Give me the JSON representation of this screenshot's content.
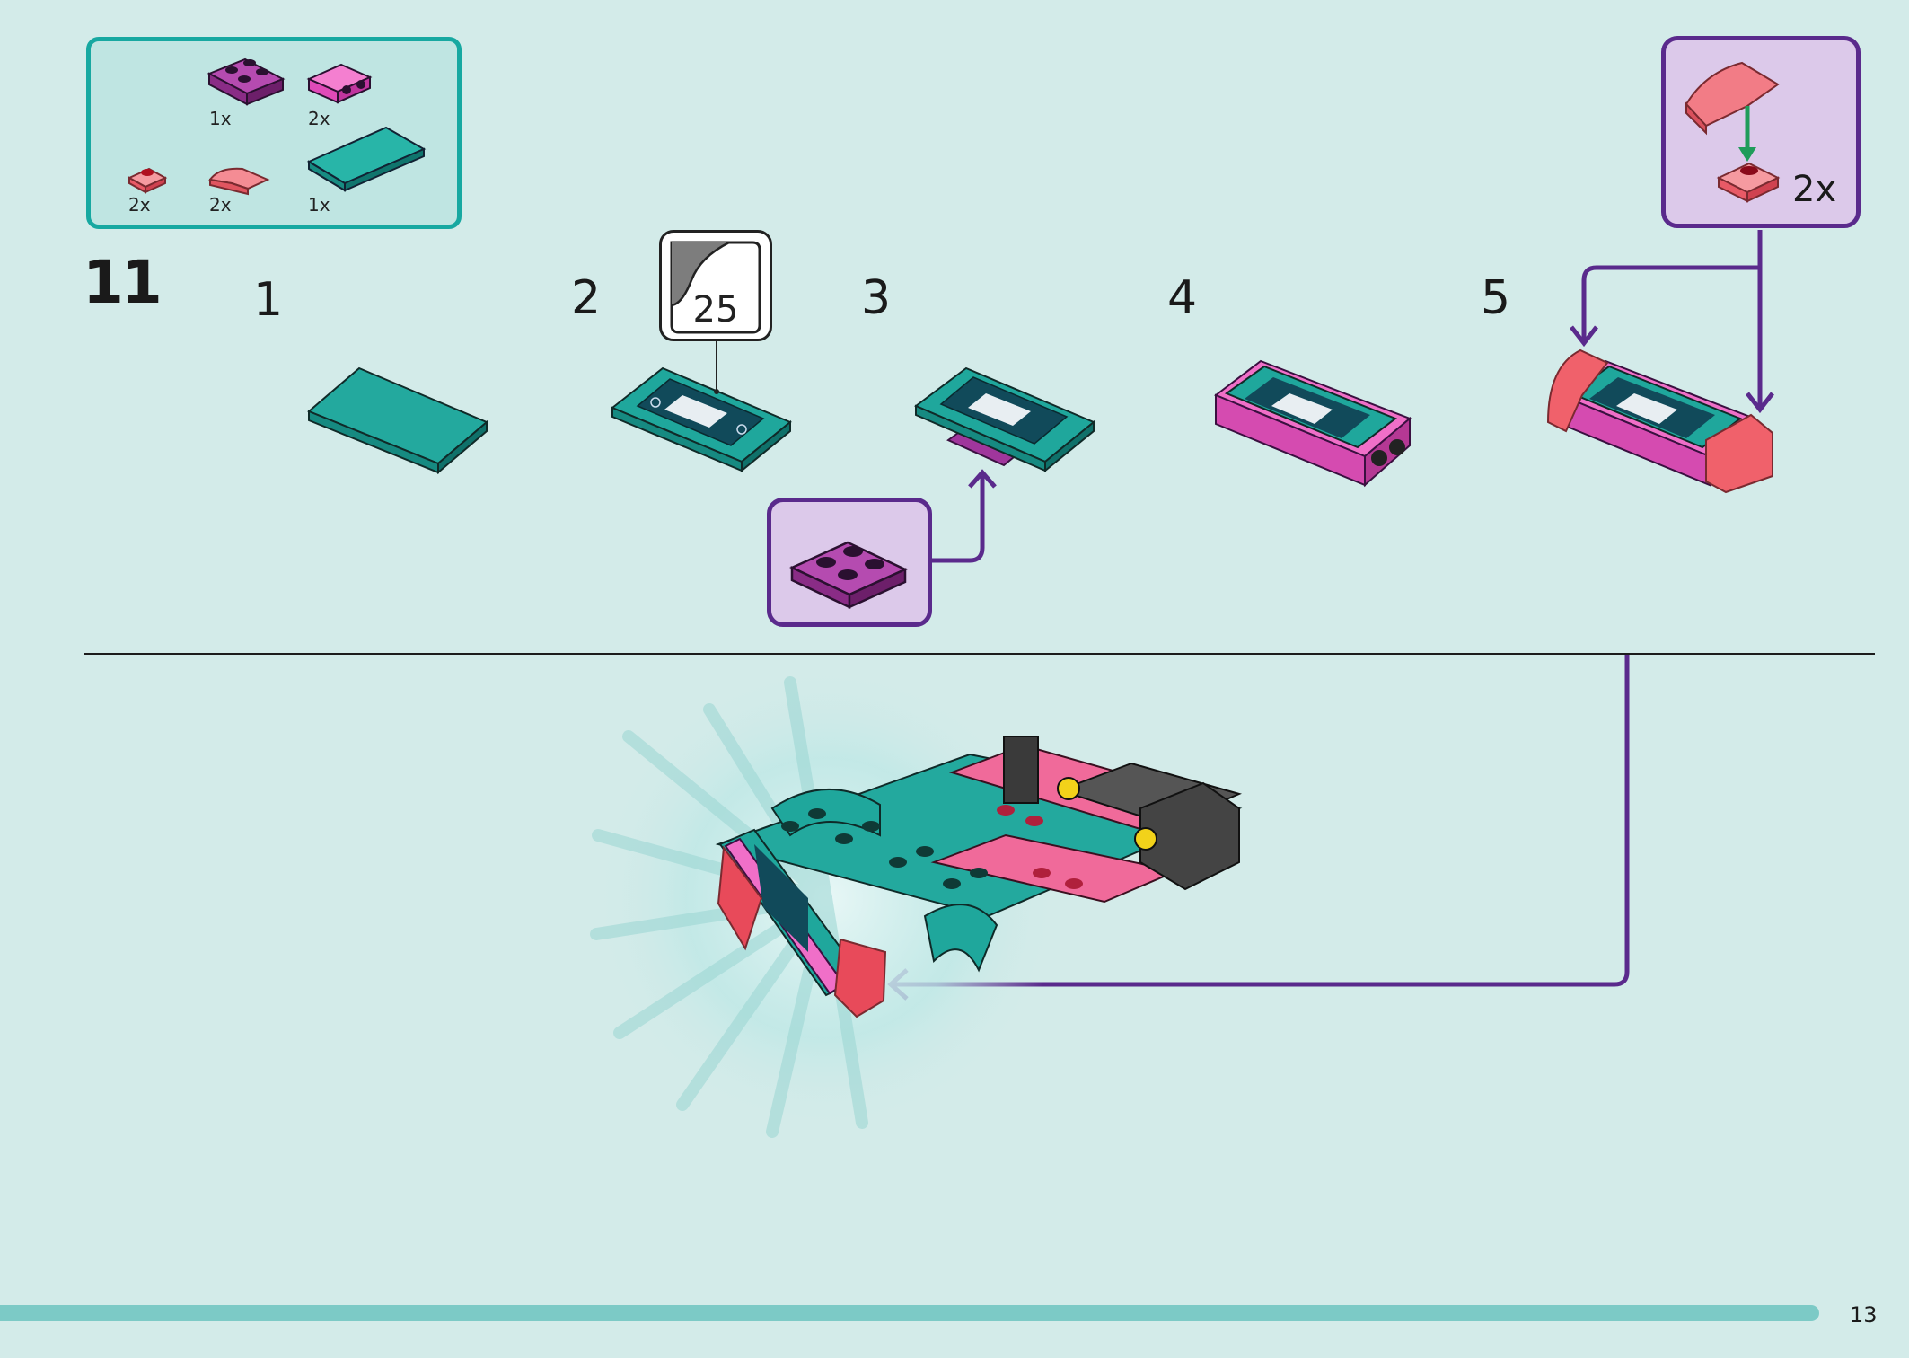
{
  "step": {
    "number": "11"
  },
  "parts_list": {
    "items": [
      {
        "icon": "purple-2x2-plate-icon",
        "qty": "1x"
      },
      {
        "icon": "pink-bracket-plate-icon",
        "qty": "2x"
      },
      {
        "icon": "trans-red-round-plate-icon",
        "qty": "2x"
      },
      {
        "icon": "trans-red-curved-slope-icon",
        "qty": "2x"
      },
      {
        "icon": "teal-tile-2x4-icon",
        "qty": "1x"
      }
    ]
  },
  "substeps": [
    {
      "label": "1"
    },
    {
      "label": "2"
    },
    {
      "label": "3"
    },
    {
      "label": "4"
    },
    {
      "label": "5"
    }
  ],
  "sticker": {
    "number": "25"
  },
  "subassembly_callout": {
    "qty": "2x"
  },
  "page": {
    "number": "13"
  },
  "colors": {
    "background": "#d3ebe9",
    "parts_box_border": "#17a8a1",
    "callout_border": "#5a2a8c",
    "callout_fill": "#dcc9ea",
    "teal_brick": "#1fa79c",
    "pink_brick": "#f06fc8",
    "purple_brick": "#a0369c",
    "trans_red": "#f0616b"
  }
}
